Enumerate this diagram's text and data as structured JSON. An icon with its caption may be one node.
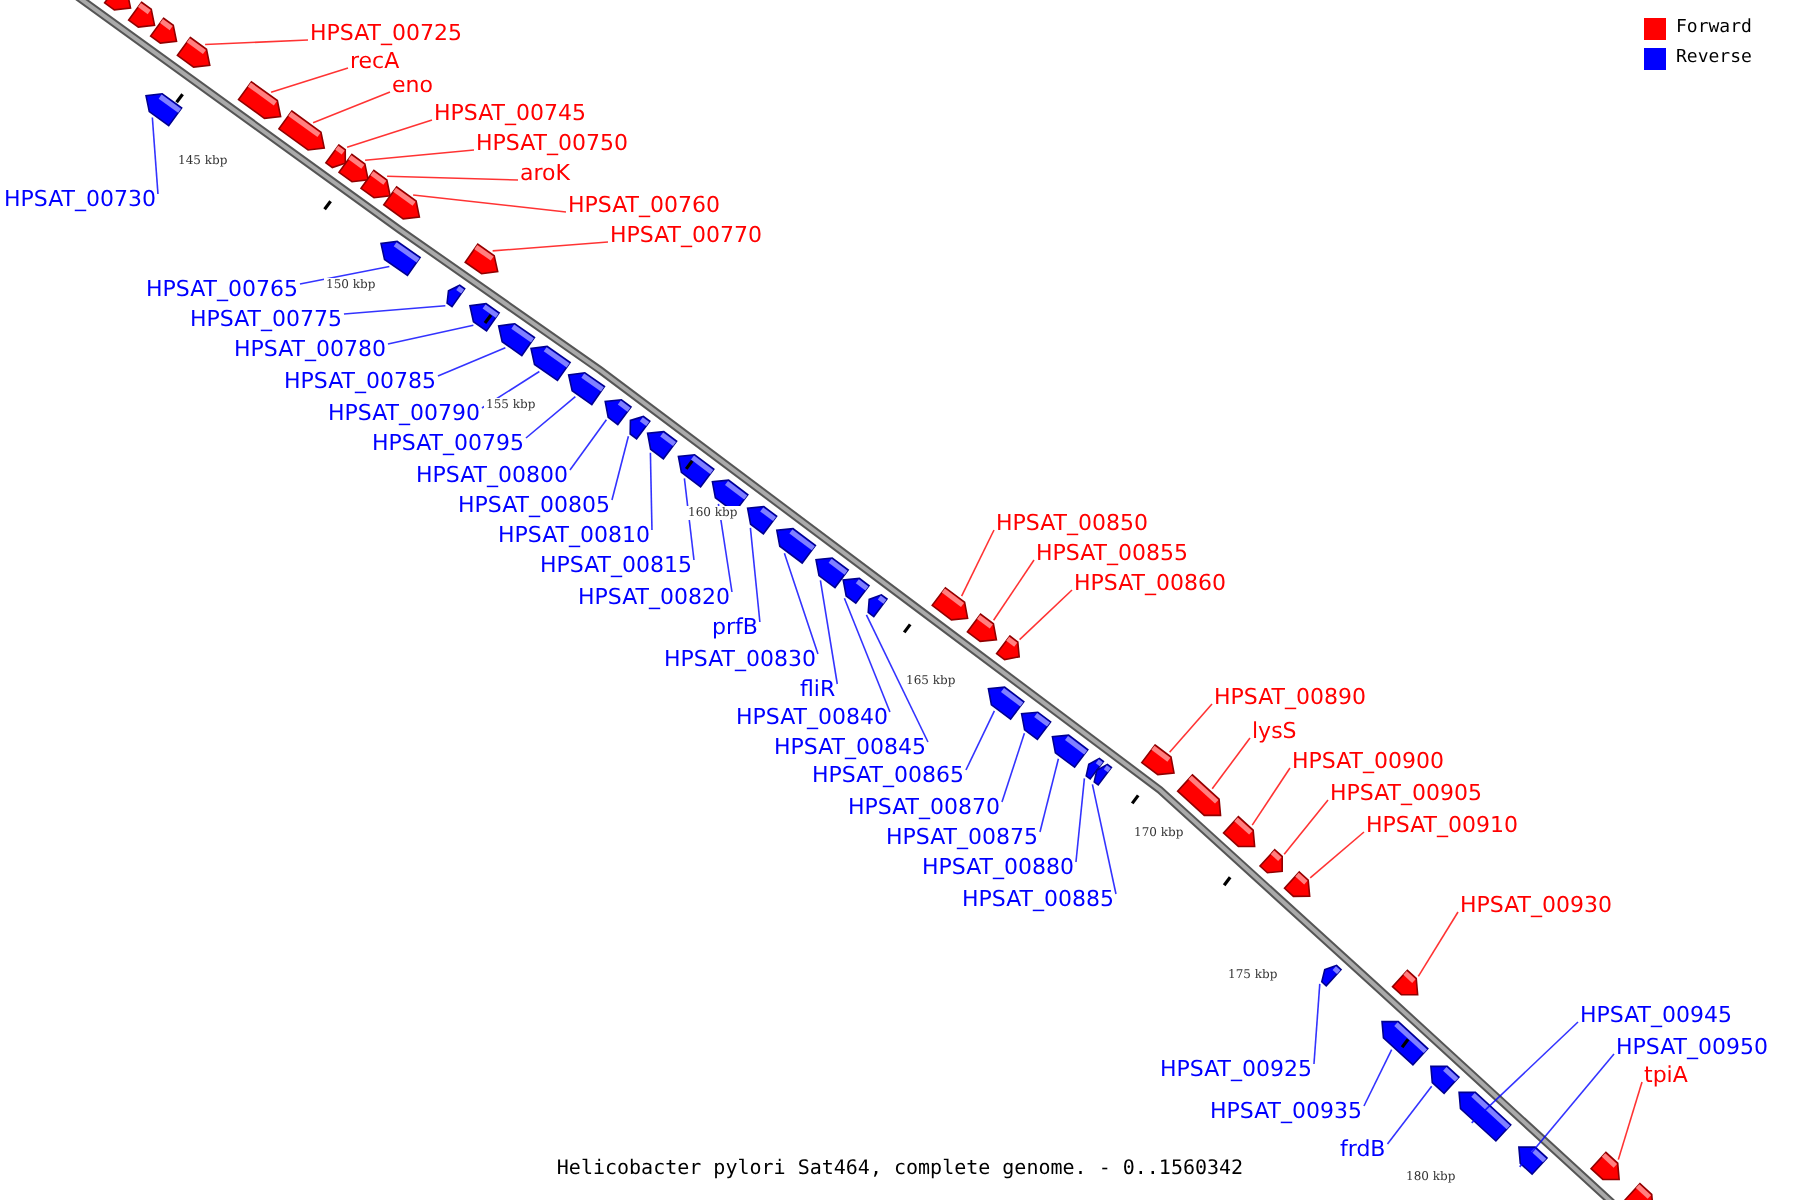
{
  "diagram": {
    "caption": "Helicobacter pylori Sat464, complete genome. - 0..1560342",
    "nodes": [
      {
        "text": [],
        "shape": "bar"
      },
      {
        "text": [],
        "shape": "bar"
      },
      {
        "text": [],
        "shape": "bar"
      },
      {
        "text": [
          "HPSAT_00725"
        ]
      },
      {
        "text": [],
        "shape": "bar"
      },
      {
        "text": [
          "HPSAT_00730"
        ]
      },
      {
        "text": [],
        "shape": "bar"
      },
      {
        "text": [
          "recA"
        ]
      },
      {
        "text": [],
        "shape": "bar"
      },
      {
        "text": [
          "eno"
        ]
      },
      {
        "text": [],
        "shape": "bar"
      },
      {
        "text": [
          "HPSAT_00745"
        ]
      },
      {
        "text": [],
        "shape": "bar"
      },
      {
        "text": [
          "HPSAT_00750"
        ]
      },
      {
        "text": [],
        "shape": "bar"
      },
      {
        "text": [
          "aroK"
        ]
      },
      {
        "text": [],
        "shape": "bar"
      },
      {
        "text": [
          "HPSAT_00760"
        ]
      },
      {
        "text": [],
        "shape": "bar"
      },
      {
        "text": [
          "HPSAT_00765"
        ]
      },
      {
        "text": [],
        "shape": "bar"
      },
      {
        "text": [
          "HPSAT_00770"
        ]
      },
      {
        "text": [],
        "shape": "bar"
      },
      {
        "text": [
          "HPSAT_00775"
        ]
      },
      {
        "text": [],
        "shape": "bar"
      },
      {
        "text": [
          "HPSAT_00780"
        ]
      },
      {
        "text": [],
        "shape": "bar"
      },
      {
        "text": [
          "HPSAT_00785"
        ]
      },
      {
        "text": [],
        "shape": "bar"
      },
      {
        "text": [
          "HPSAT_00790"
        ]
      },
      {
        "text": [],
        "shape": "bar"
      },
      {
        "text": [
          "HPSAT_00795"
        ]
      },
      {
        "text": [],
        "shape": "bar"
      },
      {
        "text": [
          "HPSAT_00800"
        ]
      },
      {
        "text": [],
        "shape": "bar"
      },
      {
        "text": [
          "HPSAT_00805"
        ]
      },
      {
        "text": [],
        "shape": "bar"
      },
      {
        "text": [
          "HPSAT_00810"
        ]
      },
      {
        "text": [],
        "shape": "bar"
      },
      {
        "text": [
          "HPSAT_00815"
        ]
      },
      {
        "text": [],
        "shape": "bar"
      },
      {
        "text": [
          "HPSAT_00820"
        ]
      },
      {
        "text": [],
        "shape": "bar"
      },
      {
        "text": [
          "prfB"
        ]
      },
      {
        "text": [],
        "shape": "bar"
      },
      {
        "text": [
          "HPSAT_00830"
        ]
      },
      {
        "text": [],
        "shape": "bar"
      },
      {
        "text": [
          "fliR"
        ]
      },
      {
        "text": [],
        "shape": "bar"
      },
      {
        "text": [
          "HPSAT_00840"
        ]
      },
      {
        "text": [],
        "shape": "bar"
      },
      {
        "text": [
          "HPSAT_00845"
        ]
      },
      {
        "text": [],
        "shape": "bar"
      },
      {
        "text": [
          "HPSAT_00850"
        ]
      },
      {
        "text": [],
        "shape": "bar"
      },
      {
        "text": [
          "HPSAT_00855"
        ]
      },
      {
        "text": [],
        "shape": "bar"
      },
      {
        "text": [
          "HPSAT_00860"
        ]
      },
      {
        "text": [],
        "shape": "bar"
      },
      {
        "text": [
          "HPSAT_00865"
        ]
      },
      {
        "text": [],
        "shape": "bar"
      },
      {
        "text": [
          "HPSAT_00870"
        ]
      },
      {
        "text": [],
        "shape": "bar"
      },
      {
        "text": [
          "HPSAT_00875"
        ]
      },
      {
        "text": [],
        "shape": "bar"
      },
      {
        "text": [
          "HPSAT_00880"
        ]
      },
      {
        "text": [],
        "shape": "bar"
      },
      {
        "text": [
          "HPSAT_00885"
        ]
      },
      {
        "text": [],
        "shape": "bar"
      },
      {
        "text": [
          "HPSAT_00890"
        ]
      },
      {
        "text": [],
        "shape": "bar"
      },
      {
        "text": [
          "lysS"
        ]
      },
      {
        "text": [],
        "shape": "bar"
      },
      {
        "text": [
          "HPSAT_00900"
        ]
      },
      {
        "text": [],
        "shape": "bar"
      },
      {
        "text": [
          "HPSAT_00905"
        ]
      },
      {
        "text": [],
        "shape": "bar"
      },
      {
        "text": [
          "HPSAT_00910"
        ]
      },
      {
        "text": [],
        "shape": "bar"
      },
      {
        "text": [
          "HPSAT_00925"
        ]
      },
      {
        "text": [],
        "shape": "bar"
      },
      {
        "text": [
          "HPSAT_00930"
        ]
      },
      {
        "text": [],
        "shape": "bar"
      },
      {
        "text": [
          "HPSAT_00935"
        ]
      },
      {
        "text": [],
        "shape": "bar"
      },
      {
        "text": [
          "frdB"
        ]
      },
      {
        "text": [],
        "shape": "bar"
      },
      {
        "text": [
          "HPSAT_00945"
        ]
      },
      {
        "text": [],
        "shape": "bar"
      },
      {
        "text": [
          "HPSAT_00950"
        ]
      },
      {
        "text": [],
        "shape": "bar"
      },
      {
        "text": [
          "tpiA"
        ]
      },
      {
        "text": [],
        "shape": "bar"
      },
      {
        "text": [],
        "shape": "bar"
      }
    ],
    "edges": [
      {
        "from": 3,
        "to": 4,
        "arrow": "none",
        "color": "#ff0000"
      },
      {
        "from": 5,
        "to": 6,
        "arrow": "none"
      },
      {
        "from": 7,
        "to": 8,
        "arrow": "none",
        "color": "#ff0000"
      },
      {
        "from": 9,
        "to": 10,
        "arrow": "none",
        "color": "#ff0000"
      },
      {
        "from": 11,
        "to": 12,
        "arrow": "none",
        "color": "#ff0000"
      },
      {
        "from": 13,
        "to": 14,
        "arrow": "none",
        "color": "#ff0000"
      },
      {
        "from": 15,
        "to": 16,
        "arrow": "none",
        "color": "#ff0000"
      },
      {
        "from": 17,
        "to": 18,
        "arrow": "none",
        "color": "#ff0000"
      },
      {
        "from": 19,
        "to": 20,
        "arrow": "none"
      },
      {
        "from": 21,
        "to": 22,
        "arrow": "none",
        "color": "#ff0000"
      },
      {
        "from": 23,
        "to": 24,
        "arrow": "none"
      },
      {
        "from": 25,
        "to": 26,
        "arrow": "none"
      },
      {
        "from": 27,
        "to": 28,
        "arrow": "none"
      },
      {
        "from": 29,
        "to": 30,
        "arrow": "none"
      },
      {
        "from": 31,
        "to": 32,
        "arrow": "none"
      },
      {
        "from": 33,
        "to": 34,
        "arrow": "none"
      },
      {
        "from": 35,
        "to": 36,
        "arrow": "none"
      },
      {
        "from": 37,
        "to": 38,
        "arrow": "none"
      },
      {
        "from": 39,
        "to": 40,
        "arrow": "none"
      },
      {
        "from": 41,
        "to": 42,
        "arrow": "none"
      },
      {
        "from": 43,
        "to": 44,
        "arrow": "none"
      },
      {
        "from": 45,
        "to": 46,
        "arrow": "none"
      },
      {
        "from": 47,
        "to": 48,
        "arrow": "none"
      },
      {
        "from": 49,
        "to": 50,
        "arrow": "none"
      },
      {
        "from": 51,
        "to": 52,
        "arrow": "none"
      },
      {
        "from": 53,
        "to": 54,
        "arrow": "none",
        "color": "#ff0000"
      },
      {
        "from": 55,
        "to": 56,
        "arrow": "none",
        "color": "#ff0000"
      },
      {
        "from": 57,
        "to": 58,
        "arrow": "none",
        "color": "#ff0000"
      },
      {
        "from": 59,
        "to": 60,
        "arrow": "none"
      },
      {
        "from": 61,
        "to": 62,
        "arrow": "none"
      },
      {
        "from": 63,
        "to": 64,
        "arrow": "none"
      },
      {
        "from": 65,
        "to": 66,
        "arrow": "none"
      },
      {
        "from": 67,
        "to": 68,
        "arrow": "none"
      },
      {
        "from": 69,
        "to": 70,
        "arrow": "none",
        "color": "#ff0000"
      },
      {
        "from": 71,
        "to": 72,
        "arrow": "none",
        "color": "#ff0000"
      },
      {
        "from": 73,
        "to": 74,
        "arrow": "none",
        "color": "#ff0000"
      },
      {
        "from": 75,
        "to": 76,
        "arrow": "none",
        "color": "#ff0000"
      },
      {
        "from": 77,
        "to": 78,
        "arrow": "none",
        "color": "#ff0000"
      },
      {
        "from": 79,
        "to": 80,
        "arrow": "none"
      },
      {
        "from": 81,
        "to": 82,
        "arrow": "none",
        "color": "#ff0000"
      },
      {
        "from": 83,
        "to": 84,
        "arrow": "none"
      },
      {
        "from": 85,
        "to": 86,
        "arrow": "none"
      },
      {
        "from": 87,
        "to": 88,
        "arrow": "none"
      },
      {
        "from": 89,
        "to": 90,
        "arrow": "none"
      },
      {
        "from": 91,
        "to": 92,
        "arrow": "none",
        "color": "#ff0000"
      }
    ],
    "labels": [
      "145 kbp",
      "150 kbp",
      "155 kbp",
      "160 kbp",
      "165 kbp",
      "170 kbp",
      "175 kbp",
      "180 kbp"
    ],
    "legend": [
      {
        "text": "Forward",
        "color": "#ff0000"
      },
      {
        "text": "Reverse",
        "color": "#0000ff"
      }
    ]
  }
}
